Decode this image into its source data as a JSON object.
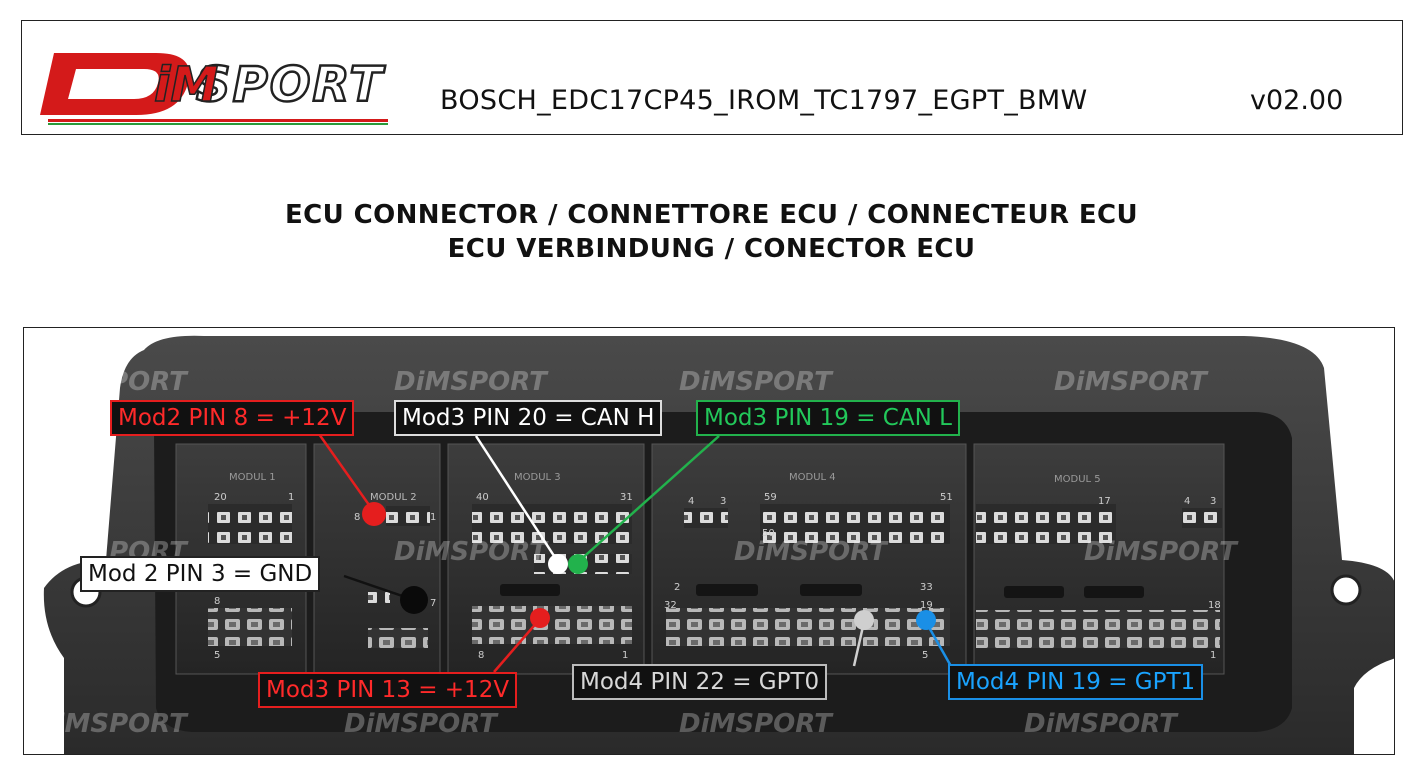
{
  "header": {
    "logo_text": "DiMSPORT",
    "document_title": "BOSCH_EDC17CP45_IROM_TC1797_EGPT_BMW",
    "version": "v02.00"
  },
  "headings": {
    "line1": "ECU CONNECTOR / CONNETTORE ECU / CONNECTEUR ECU",
    "line2": "ECU VERBINDUNG / CONECTOR ECU"
  },
  "photo": {
    "watermark_text": "DiMSPORT",
    "connector_labels": {
      "modul1": "MODUL 1",
      "modul2": "MODUL 2",
      "modul3": "MODUL 3",
      "modul4": "MODUL 4",
      "modul5": "MODUL 5"
    },
    "pin_numbers": {
      "m1_20": "20",
      "m1_1": "1",
      "m1_8": "8",
      "m1_5": "5",
      "m2_8": "8",
      "m2_1": "1",
      "m2_7": "7",
      "m3_40": "40",
      "m3_31": "31",
      "m3_8": "8",
      "m3_1": "1",
      "m4_4": "4",
      "m4_3": "3",
      "m4_59": "59",
      "m4_51": "51",
      "m4_50": "50",
      "m4_2": "2",
      "m4_33": "33",
      "m4_32": "32",
      "m4_19": "19",
      "m4_5": "5",
      "m5_17": "17",
      "m5_4": "4",
      "m5_3": "3",
      "m5_18": "18",
      "m5_1": "1"
    }
  },
  "callouts": {
    "mod2_pin8": "Mod2  PIN 8 = +12V",
    "mod3_pin20": "Mod3 PIN 20 = CAN H",
    "mod3_pin19": "Mod3 PIN 19 = CAN L",
    "mod2_pin3": "Mod 2 PIN 3 = GND",
    "mod3_pin13": "Mod3 PIN 13 = +12V",
    "mod4_pin22": "Mod4 PIN 22 = GPT0",
    "mod4_pin19": "Mod4 PIN 19 = GPT1"
  },
  "colors": {
    "red": "#e51e1e",
    "green": "#22b24c",
    "blue": "#1a8fe6",
    "gray": "#cfcfcf",
    "black": "#111111",
    "white": "#ffffff"
  }
}
